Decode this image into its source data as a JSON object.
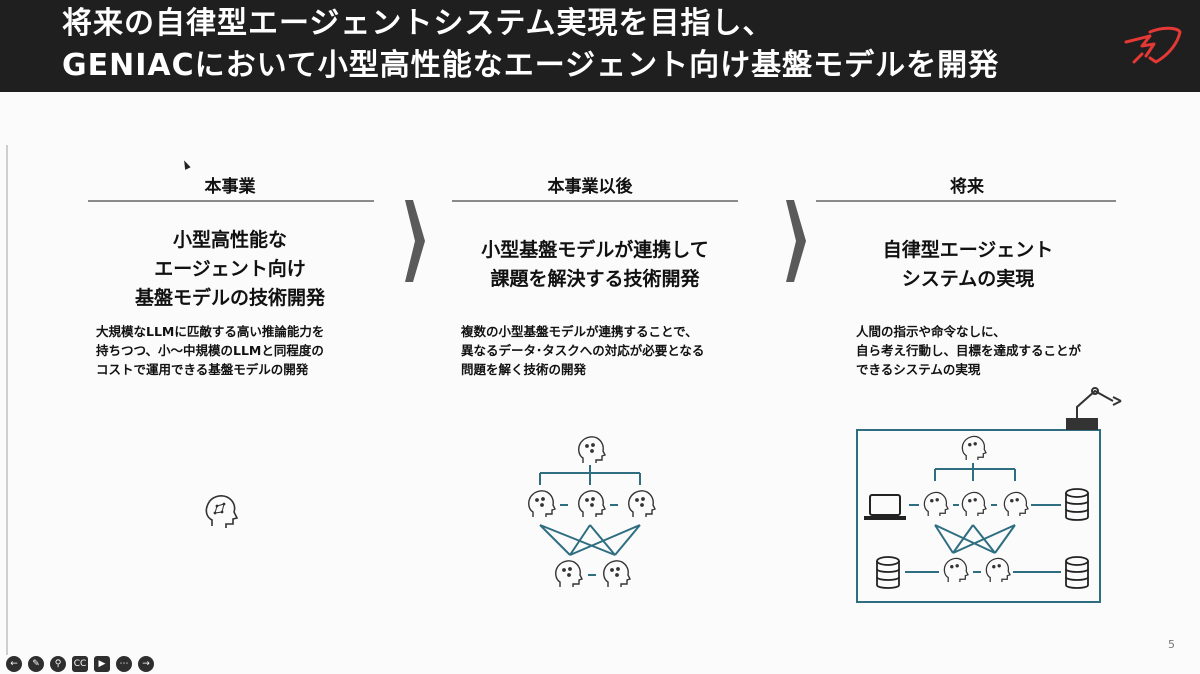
{
  "header": {
    "title_line1": "将来の自律型エージェントシステム実現を目指し、",
    "title_line2": "GENIACにおいて小型高性能なエージェント向け基盤モデルを開発",
    "logo_icon": "red-rocket-logo-icon"
  },
  "columns": [
    {
      "title": "本事業",
      "heading_lines": [
        "小型高性能な",
        "エージェント向け",
        "基盤モデルの技術開発"
      ],
      "desc_lines": [
        "大規模なLLMに匹敵する高い推論能力を",
        "持ちつつ、小～中規模のLLMと同程度の",
        "コストで運用できる基盤モデルの開発"
      ]
    },
    {
      "title": "本事業以後",
      "heading_lines": [
        "小型基盤モデルが連携して",
        "課題を解決する技術開発"
      ],
      "desc_lines": [
        "複数の小型基盤モデルが連携することで、",
        "異なるデータ･タスクへの対応が必要となる",
        "問題を解く技術の開発"
      ]
    },
    {
      "title": "将来",
      "heading_lines": [
        "自律型エージェント",
        "システムの実現"
      ],
      "desc_lines": [
        "人間の指示や命令なしに、",
        "自ら考え行動し、目標を達成することが",
        "できるシステムの実現"
      ]
    }
  ],
  "colors": {
    "header_bg": "#1f1f1f",
    "network_line": "#2e6e80",
    "logo_red": "#e53935",
    "arrow_gray": "#5a5a5a"
  },
  "page_number": "5",
  "toolbar": {
    "icons": [
      "back-arrow-icon",
      "pen-icon",
      "zoom-icon",
      "captions-icon",
      "camera-icon",
      "more-icon",
      "forward-arrow-icon"
    ],
    "cc_label": "CC"
  }
}
